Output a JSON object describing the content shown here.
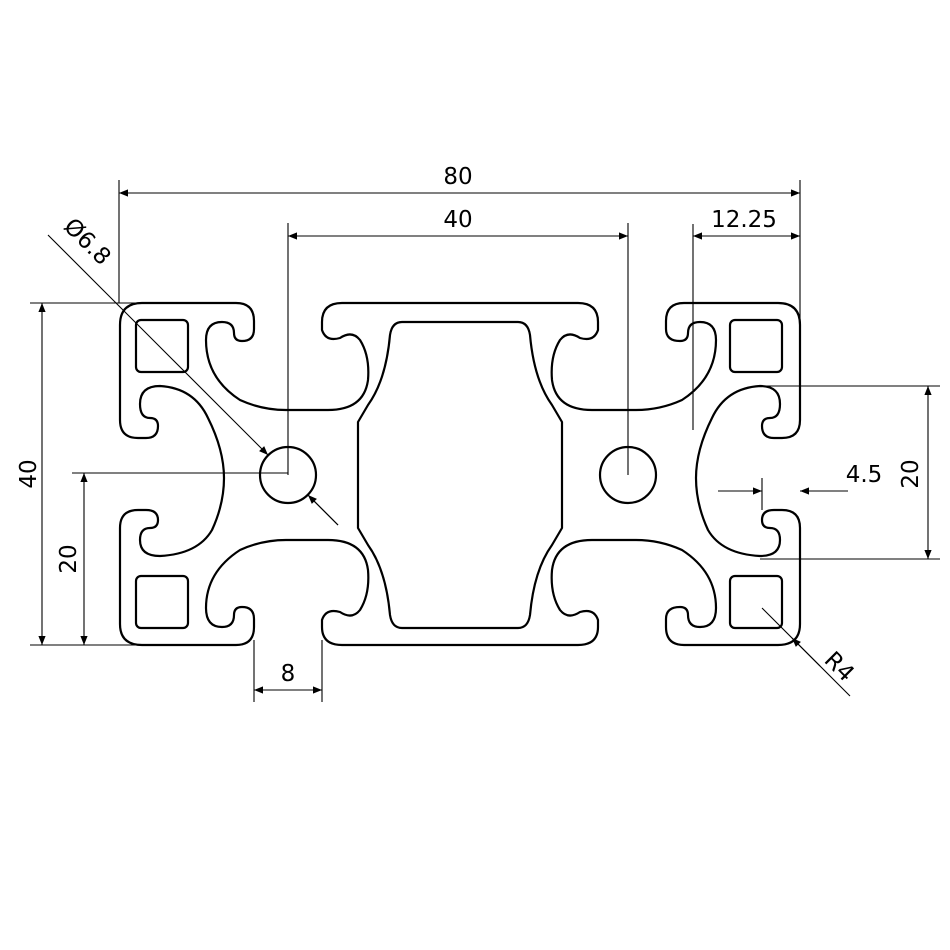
{
  "dimensions": {
    "overall_width": "80",
    "slot_spacing": "40",
    "edge_offset": "12.25",
    "overall_height": "40",
    "half_height": "20",
    "slot_width": "8",
    "hole_diameter": "Ø6.8",
    "inner_spacing": "20",
    "lip_thickness": "4.5",
    "corner_radius": "R4"
  },
  "colors": {
    "line": "#000000",
    "background": "#ffffff"
  }
}
